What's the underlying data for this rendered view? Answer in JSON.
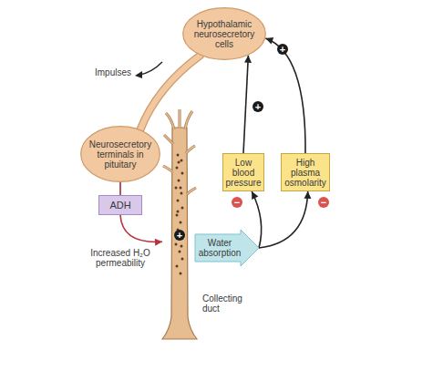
{
  "diagram": {
    "nodes": [
      {
        "text": [
          "Hypothalamic neurosecretory cells"
        ]
      },
      {
        "text": [
          "Neurosecretory terminals in pituitary"
        ]
      },
      {
        "text": [
          "ADH"
        ]
      },
      {
        "text": [
          "Collecting duct"
        ]
      },
      {
        "text": [
          "Water absorption"
        ]
      },
      {
        "text": [
          "Low blood pressure"
        ]
      },
      {
        "text": [
          "High plasma osmolarity"
        ]
      }
    ],
    "edges": [
      {
        "from": 0,
        "to": 1,
        "arrow": "none"
      },
      {
        "from": 1,
        "to": 2,
        "arrow": "none"
      },
      {
        "from": 2,
        "to": 3,
        "arrow": "to"
      },
      {
        "from": 4,
        "to": 5,
        "arrow": "to"
      },
      {
        "from": 4,
        "to": 6,
        "arrow": "to"
      },
      {
        "from": 5,
        "to": 0,
        "arrow": "to"
      },
      {
        "from": 6,
        "to": 0,
        "arrow": "to"
      }
    ],
    "labels": [
      "Impulses",
      "Increased H₂O permeability",
      "+",
      "+",
      "+",
      "−",
      "−"
    ]
  }
}
